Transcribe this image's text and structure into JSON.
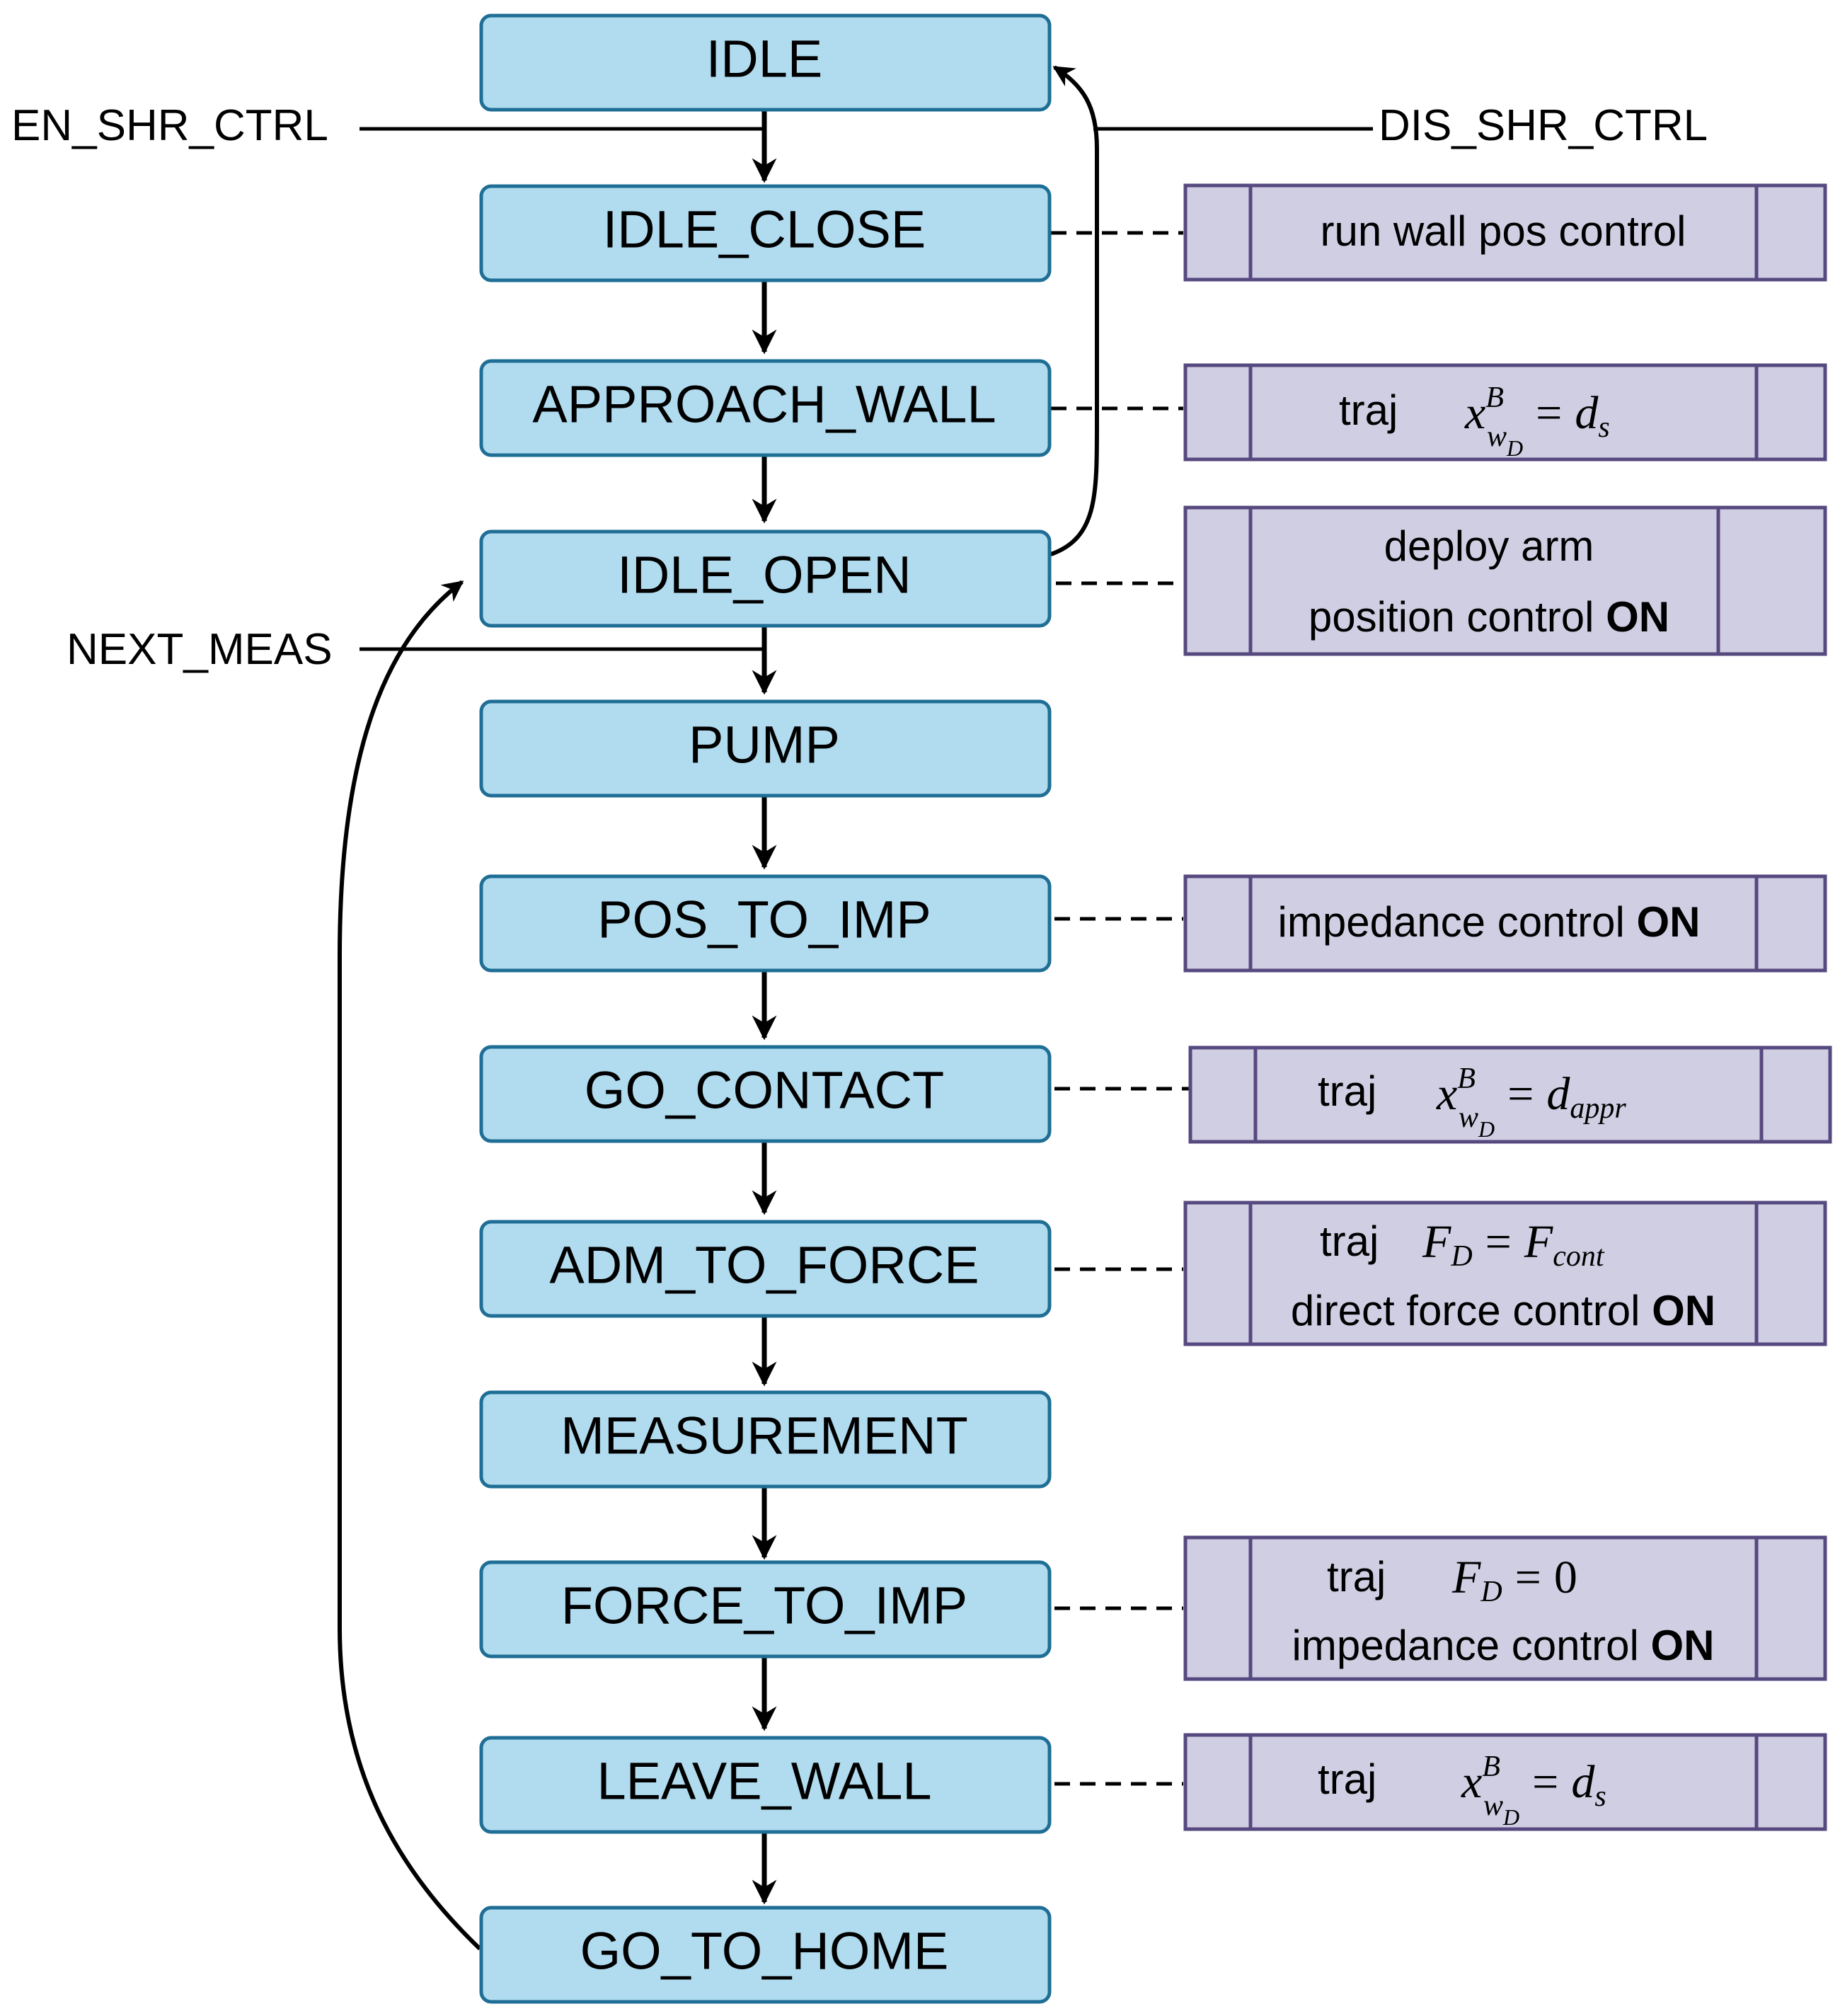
{
  "states": [
    {
      "id": "idle",
      "label": "IDLE"
    },
    {
      "id": "idle-close",
      "label": "IDLE_CLOSE"
    },
    {
      "id": "approach-wall",
      "label": "APPROACH_WALL"
    },
    {
      "id": "idle-open",
      "label": "IDLE_OPEN"
    },
    {
      "id": "pump",
      "label": "PUMP"
    },
    {
      "id": "pos-to-imp",
      "label": "POS_TO_IMP"
    },
    {
      "id": "go-contact",
      "label": "GO_CONTACT"
    },
    {
      "id": "adm-to-force",
      "label": "ADM_TO_FORCE"
    },
    {
      "id": "measurement",
      "label": "MEASUREMENT"
    },
    {
      "id": "force-to-imp",
      "label": "FORCE_TO_IMP"
    },
    {
      "id": "leave-wall",
      "label": "LEAVE_WALL"
    },
    {
      "id": "go-to-home",
      "label": "GO_TO_HOME"
    }
  ],
  "events": {
    "enable": "EN_SHR_CTRL",
    "disable": "DIS_SHR_CTRL",
    "next_measurement": "NEXT_MEAS"
  },
  "notes": {
    "idle_close": "run wall pos control",
    "approach_wall": {
      "word": "traj",
      "lhs": "x",
      "sup": "B",
      "sub": "w",
      "subsub": "D",
      "eq": "=",
      "rhs": "d",
      "rhs_sub": "s"
    },
    "idle_open": {
      "line1": "deploy arm",
      "line2": "position control ",
      "line2_bold": "ON"
    },
    "pos_to_imp": {
      "text": "impedance control ",
      "bold": "ON"
    },
    "go_contact": {
      "word": "traj",
      "lhs": "x",
      "sup": "B",
      "sub": "w",
      "subsub": "D",
      "eq": "=",
      "rhs": "d",
      "rhs_sub": "appr"
    },
    "adm_to_force": {
      "word": "traj",
      "lhs": "F",
      "lhs_sub": "D",
      "eq": "=",
      "rhs": "F",
      "rhs_sub": "cont",
      "line2": "direct force control ",
      "line2_bold": "ON"
    },
    "force_to_imp": {
      "word": "traj",
      "lhs": "F",
      "lhs_sub": "D",
      "eq": "=",
      "rhs": "0",
      "line2": "impedance control ",
      "line2_bold": "ON"
    },
    "leave_wall": {
      "word": "traj",
      "lhs": "x",
      "sup": "B",
      "sub": "w",
      "subsub": "D",
      "eq": "=",
      "rhs": "d",
      "rhs_sub": "s"
    }
  },
  "colors": {
    "state_fill": "#b1dcef",
    "state_stroke": "#1f6e95",
    "note_fill": "#d0cee3",
    "note_stroke": "#56497f",
    "line": "#000000"
  }
}
